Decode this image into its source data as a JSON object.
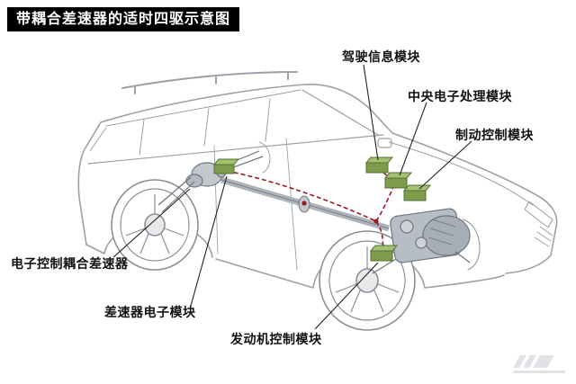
{
  "title": "带耦合差速器的适时四驱示意图",
  "labels": {
    "driving_info": "驾驶信息模块",
    "central_processor": "中央电子处理模块",
    "brake_control": "制动控制模块",
    "coupling_diff": "电子控制耦合差速器",
    "diff_module": "差速器电子模块",
    "engine_control": "发动机控制模块"
  },
  "colors": {
    "title_bg": "#000000",
    "title_text": "#ffffff",
    "car_line": "#9aa1a8",
    "drivetrain": "#6f7680",
    "module_green": "#7e9c4c",
    "module_green_top": "#a5c06f",
    "wiring_red": "#9b1b21",
    "label_text": "#111111"
  }
}
